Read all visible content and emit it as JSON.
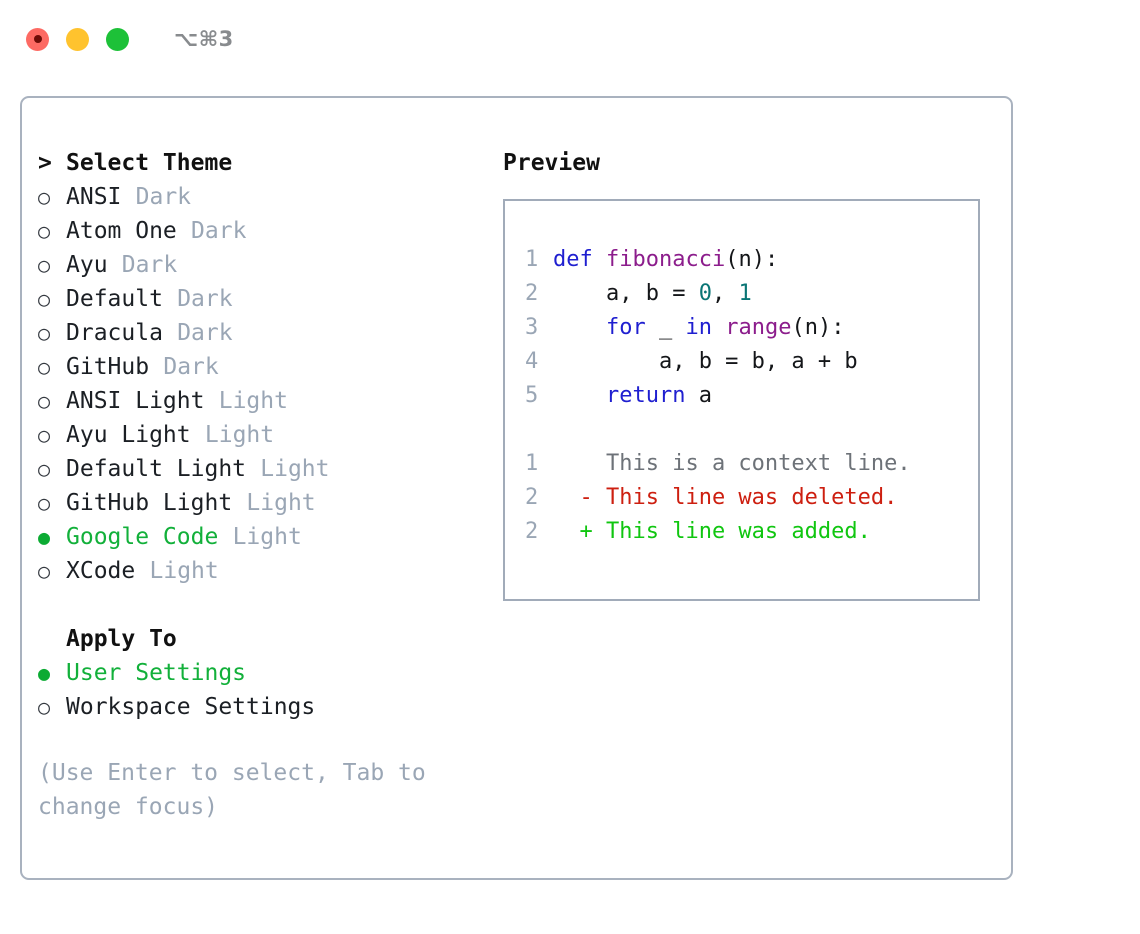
{
  "titlebar": {
    "traffic_lights": [
      "close-red",
      "minimize-yellow",
      "zoom-green"
    ],
    "shortcut": "⌥⌘3"
  },
  "theme_panel": {
    "heading": "Select Theme",
    "caret": ">",
    "bullet_on": "●",
    "bullet_off": "○",
    "items": [
      {
        "name": "ANSI",
        "variant": "Dark",
        "selected": false
      },
      {
        "name": "Atom One",
        "variant": "Dark",
        "selected": false
      },
      {
        "name": "Ayu",
        "variant": "Dark",
        "selected": false
      },
      {
        "name": "Default",
        "variant": "Dark",
        "selected": false
      },
      {
        "name": "Dracula",
        "variant": "Dark",
        "selected": false
      },
      {
        "name": "GitHub",
        "variant": "Dark",
        "selected": false
      },
      {
        "name": "ANSI Light",
        "variant": "Light",
        "selected": false
      },
      {
        "name": "Ayu Light",
        "variant": "Light",
        "selected": false
      },
      {
        "name": "Default Light",
        "variant": "Light",
        "selected": false
      },
      {
        "name": "GitHub Light",
        "variant": "Light",
        "selected": false
      },
      {
        "name": "Google Code",
        "variant": "Light",
        "selected": true
      },
      {
        "name": "XCode",
        "variant": "Light",
        "selected": false
      }
    ]
  },
  "apply_panel": {
    "heading": "Apply To",
    "items": [
      {
        "name": "User Settings",
        "selected": true
      },
      {
        "name": "Workspace Settings",
        "selected": false
      }
    ]
  },
  "hint": "(Use Enter to select, Tab to\nchange focus)",
  "preview": {
    "title": "Preview",
    "code_lines": [
      {
        "num": "1",
        "tokens": [
          {
            "t": "def ",
            "c": "kw"
          },
          {
            "t": "fibonacci",
            "c": "fn"
          },
          {
            "t": "(n):",
            "c": "plain"
          }
        ]
      },
      {
        "num": "2",
        "tokens": [
          {
            "t": "    a, b = ",
            "c": "plain"
          },
          {
            "t": "0",
            "c": "num"
          },
          {
            "t": ", ",
            "c": "plain"
          },
          {
            "t": "1",
            "c": "num"
          }
        ]
      },
      {
        "num": "3",
        "tokens": [
          {
            "t": "    ",
            "c": "plain"
          },
          {
            "t": "for",
            "c": "kw"
          },
          {
            "t": " _ ",
            "c": "plain"
          },
          {
            "t": "in",
            "c": "kw"
          },
          {
            "t": " ",
            "c": "plain"
          },
          {
            "t": "range",
            "c": "fn"
          },
          {
            "t": "(n):",
            "c": "plain"
          }
        ]
      },
      {
        "num": "4",
        "tokens": [
          {
            "t": "        a, b = b, a + b",
            "c": "plain"
          }
        ]
      },
      {
        "num": "5",
        "tokens": [
          {
            "t": "    ",
            "c": "plain"
          },
          {
            "t": "return",
            "c": "kw"
          },
          {
            "t": " a",
            "c": "plain"
          }
        ]
      }
    ],
    "diff_lines": [
      {
        "num": "1",
        "marker": "  ",
        "text": "This is a context line.",
        "kind": "ctx"
      },
      {
        "num": "2",
        "marker": "- ",
        "text": "This line was deleted.",
        "kind": "del"
      },
      {
        "num": "2",
        "marker": "+ ",
        "text": "This line was added.",
        "kind": "add"
      }
    ]
  },
  "colors": {
    "accent_green": "#12b03a",
    "border": "#a9b2bf",
    "muted": "#9aa6b5",
    "keyword": "#1f1fd0",
    "function": "#8c1d8c",
    "number": "#0a7575",
    "diff_deleted": "#cd1f10",
    "diff_added": "#10c610",
    "traffic_red": "#fd6a63",
    "traffic_yellow": "#ffc32e",
    "traffic_green": "#1dc138"
  }
}
